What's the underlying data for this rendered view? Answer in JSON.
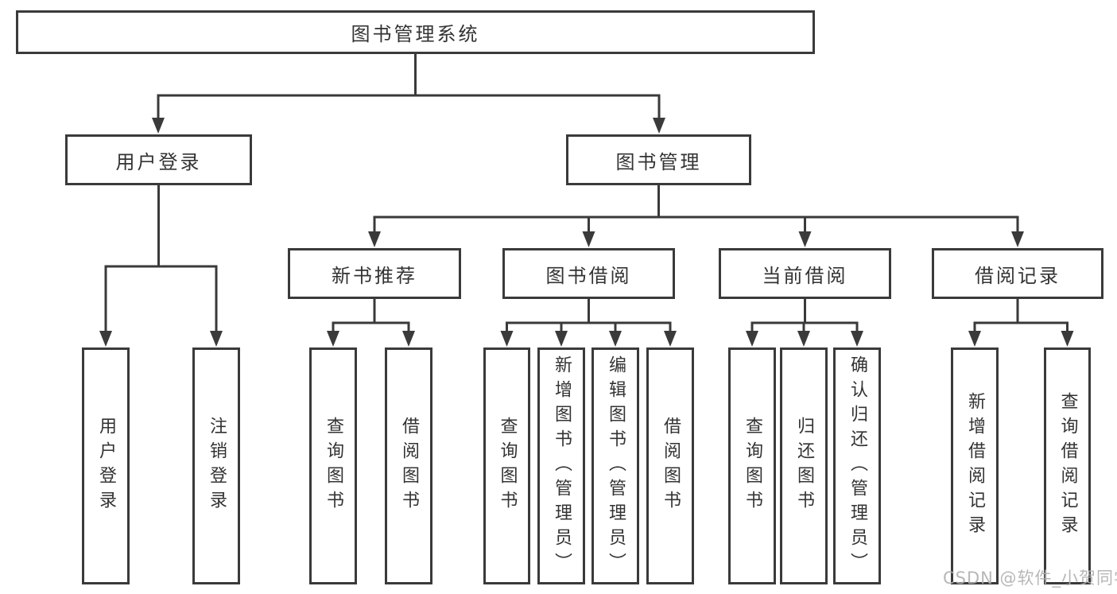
{
  "colors": {
    "line": "#3a3a3a",
    "text": "#333333",
    "box_bg": "#ffffff",
    "watermark": "#b0b0b0"
  },
  "watermark": "CSDN @软件_小贺同学",
  "tree": {
    "label": "图书管理系统",
    "children": [
      {
        "label": "用户登录",
        "children": [
          {
            "label": "用户登录"
          },
          {
            "label": "注销登录"
          }
        ]
      },
      {
        "label": "图书管理",
        "children": [
          {
            "label": "新书推荐",
            "children": [
              {
                "label": "查询图书"
              },
              {
                "label": "借阅图书"
              }
            ]
          },
          {
            "label": "图书借阅",
            "children": [
              {
                "label": "查询图书"
              },
              {
                "label": "新增图书（管理员）"
              },
              {
                "label": "编辑图书（管理员）"
              },
              {
                "label": "借阅图书"
              }
            ]
          },
          {
            "label": "当前借阅",
            "children": [
              {
                "label": "查询图书"
              },
              {
                "label": "归还图书"
              },
              {
                "label": "确认归还（管理员）"
              }
            ]
          },
          {
            "label": "借阅记录",
            "children": [
              {
                "label": "新增借阅记录"
              },
              {
                "label": "查询借阅记录"
              }
            ]
          }
        ]
      }
    ]
  }
}
